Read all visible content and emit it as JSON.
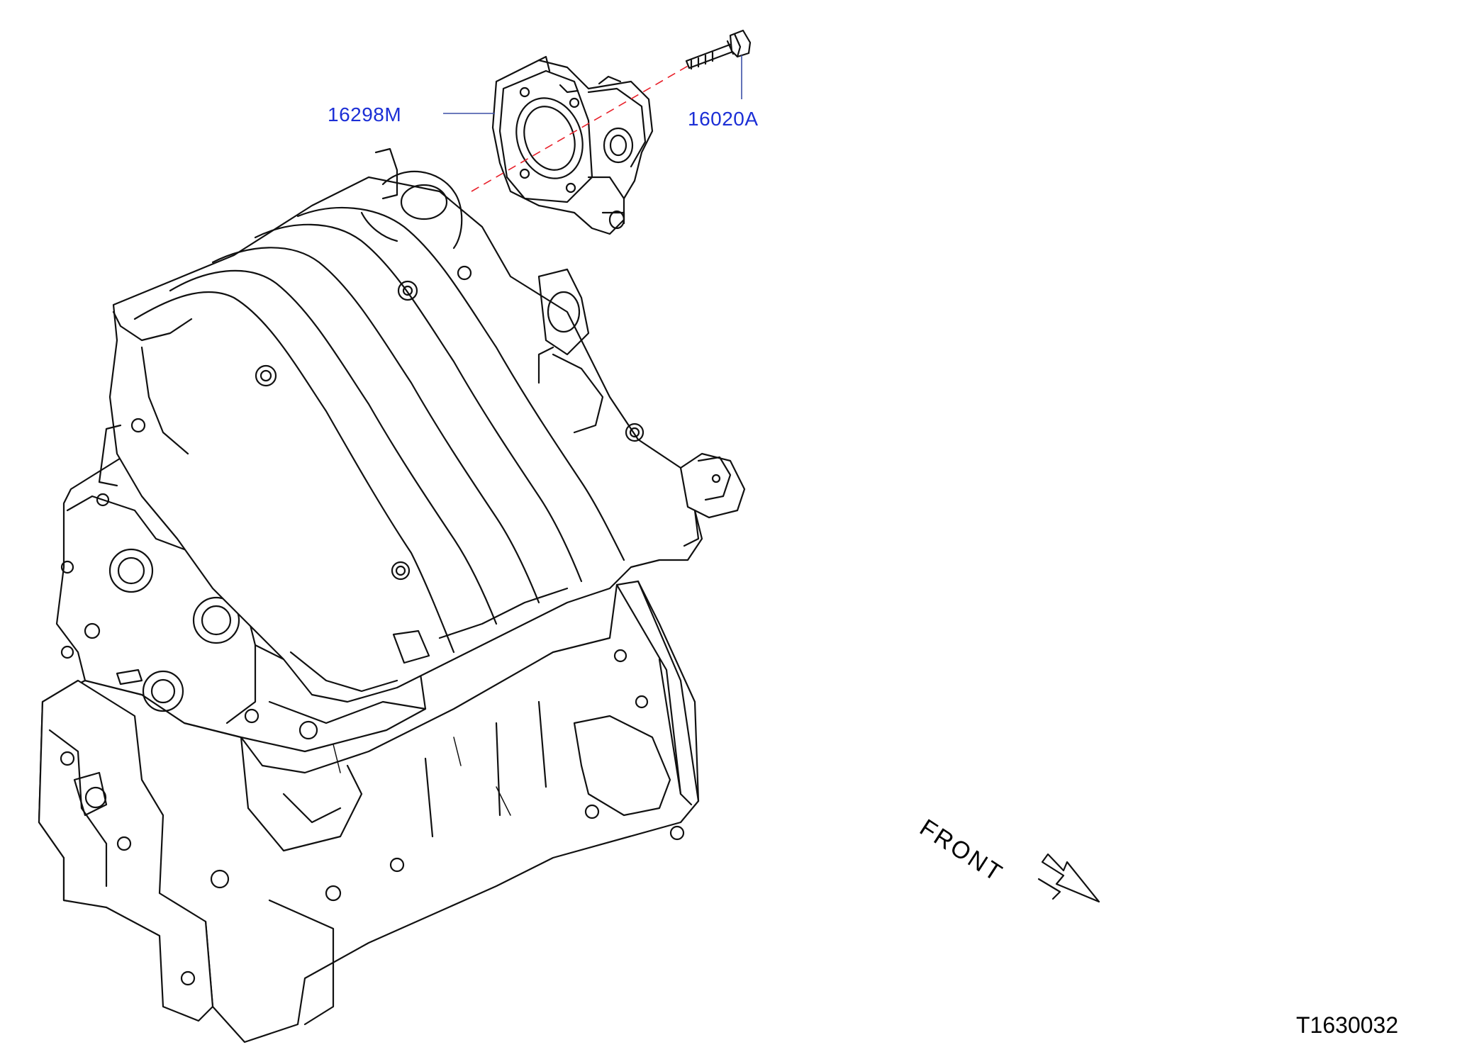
{
  "colors": {
    "line": "#111111",
    "label_blue": "#1c2fd6",
    "leader_blue": "#3b4fa6",
    "centerline_red": "#e8202a",
    "background": "#ffffff"
  },
  "parts": [
    {
      "id": "16298M",
      "label": "16298M",
      "description_visible": false
    },
    {
      "id": "16020A",
      "label": "16020A",
      "description_visible": false
    }
  ],
  "orientation": {
    "front_label": "FRONT",
    "arrow": "front-arrow-icon"
  },
  "figure_code": "T1630032"
}
